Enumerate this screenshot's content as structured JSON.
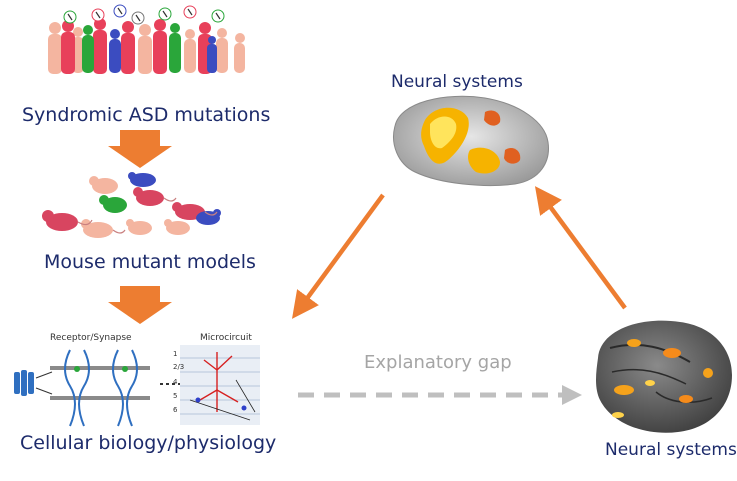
{
  "labels": {
    "syndromic": "Syndromic ASD mutations",
    "mouse": "Mouse mutant models",
    "cellular": "Cellular biology/physiology",
    "neural_top": "Neural systems",
    "neural_right": "Neural systems",
    "gap": "Explanatory gap",
    "receptor": "Receptor/Synapse",
    "microcircuit": "Microcircuit"
  },
  "colors": {
    "arrow_orange": "#ed7d31",
    "gap_gray": "#bfbfbf",
    "label_navy": "#1d2b6b"
  }
}
